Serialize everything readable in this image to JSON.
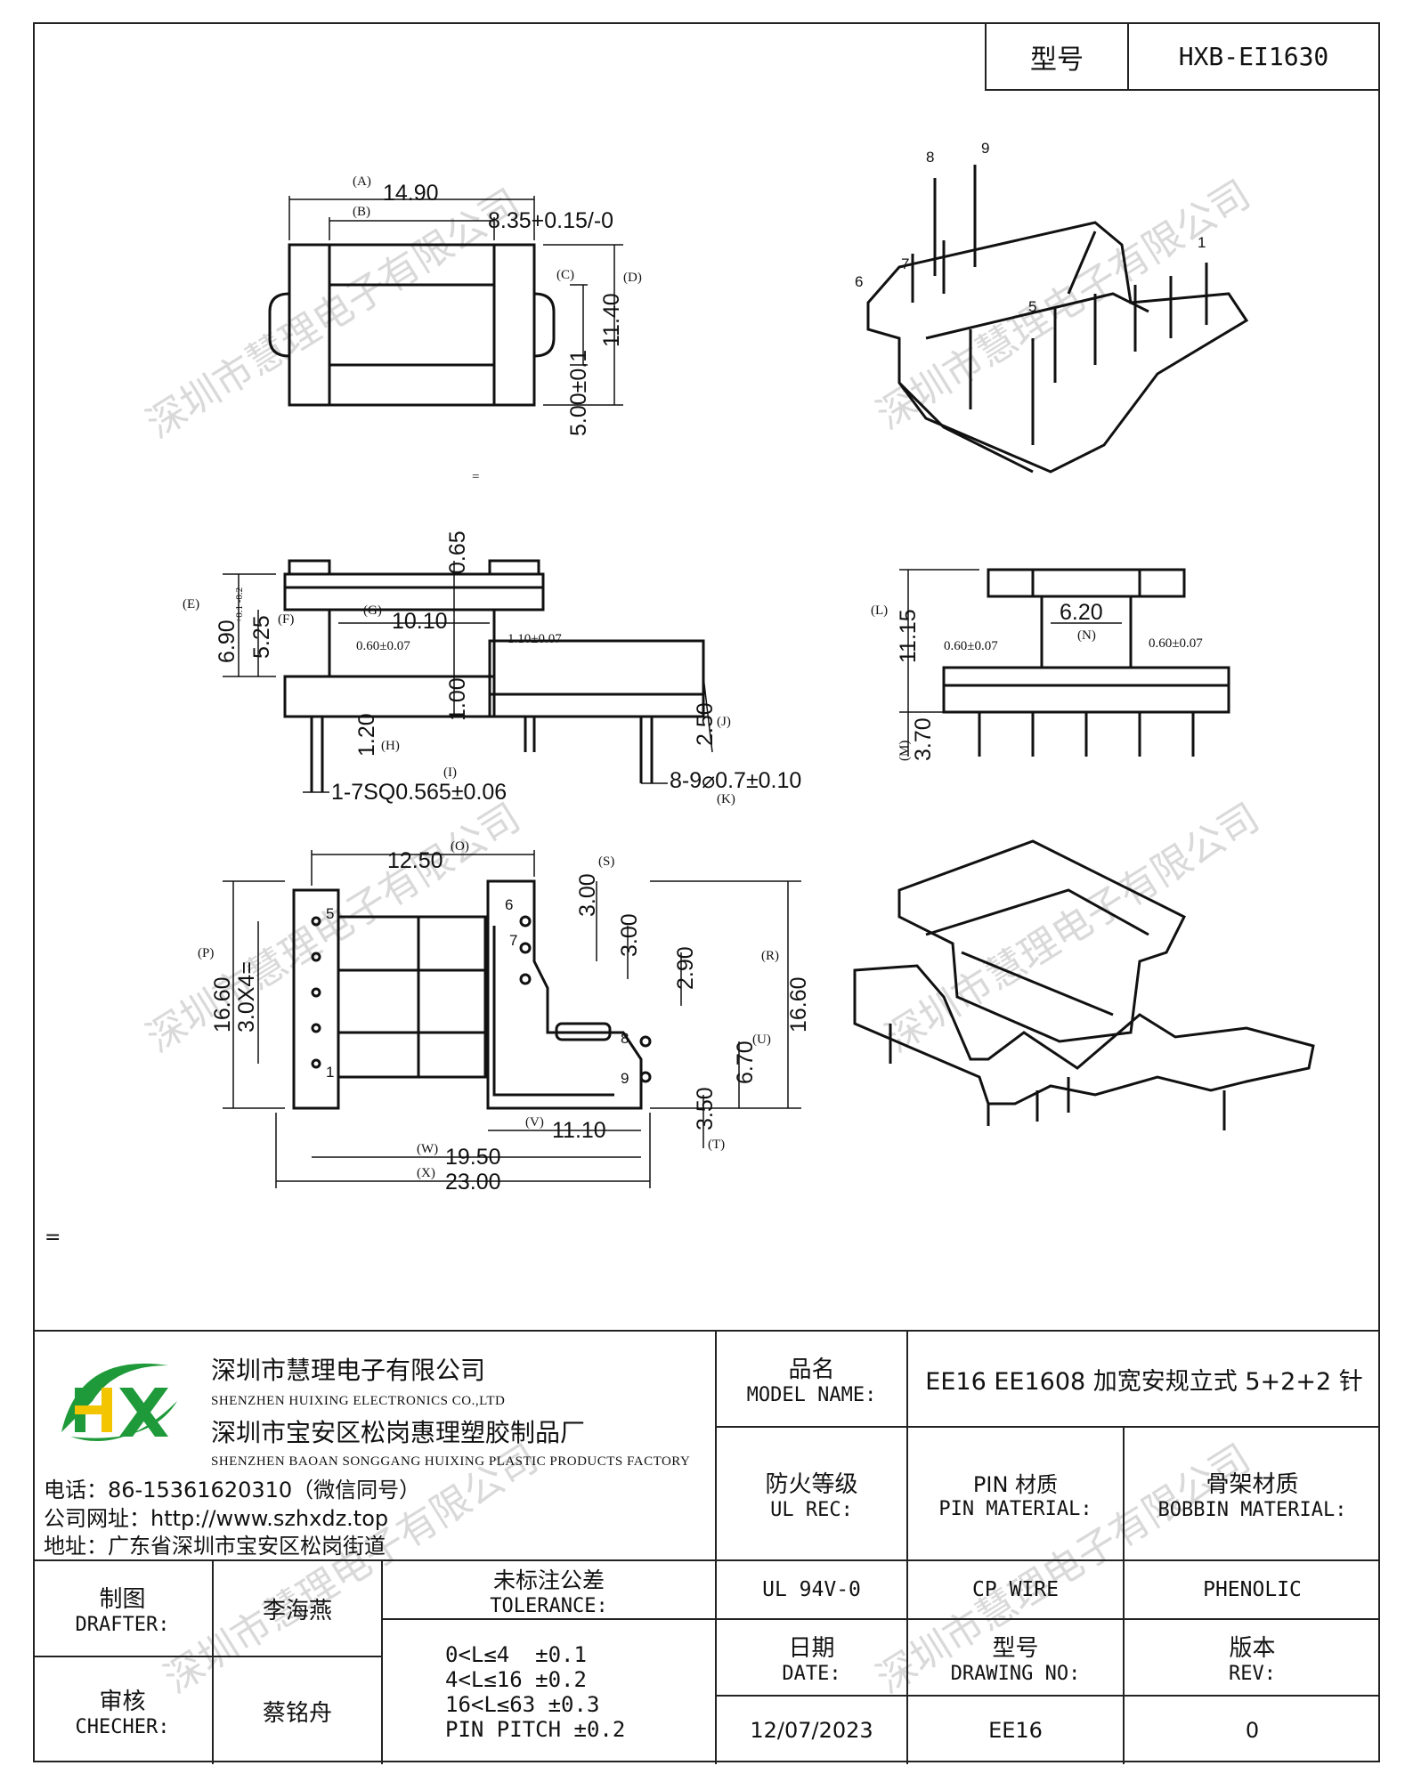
{
  "header": {
    "model_label": "型号",
    "model_value": "HXB-EI1630"
  },
  "watermark": "深圳市慧理电子有限公司",
  "drawing": {
    "top_view": {
      "A": "(A)",
      "A_val": "14.90",
      "B": "(B)",
      "B_val": "8.35+0.15/-0",
      "C": "(C)",
      "D": "(D)",
      "D_val": "11.40",
      "C_val": "5.00±0.1",
      "mark": "="
    },
    "pins_3d": {
      "p8": "8",
      "p9": "9",
      "p6": "6",
      "p7": "7",
      "p1": "1",
      "p5": "5"
    },
    "side_view": {
      "E": "(E)",
      "E_val": "6.90",
      "E_tol": "+0.1 -0.2",
      "F": "(F)",
      "F_val": "5.25",
      "G": "(G)",
      "G_val": "10.10",
      "t065": "0.65",
      "t060": "0.60±0.07",
      "t110": "1.10±0.07",
      "t100": "1.00",
      "H": "(H)",
      "H_val": "1.20",
      "J": "(J)",
      "J_val": "2.50",
      "I": "(I)",
      "I_val": "1-7SQ0.565±0.06",
      "K": "(K)",
      "K_val": "8-9⌀0.7±0.10"
    },
    "front_view": {
      "L": "(L)",
      "L_val": "11.15",
      "N": "(N)",
      "N_val": "6.20",
      "l060": "0.60±0.07",
      "r060": "0.60±0.07",
      "M": "(M)",
      "M_val": "3.70"
    },
    "bottom_view": {
      "O": "(O)",
      "O_val": "12.50",
      "S": "(S)",
      "S_val": "3.00",
      "v300": "3.00",
      "v290": "2.90",
      "P": "(P)",
      "P_val": "16.60",
      "Q_val": "3.0X4=",
      "R": "(R)",
      "R_val": "16.60",
      "U": "(U)",
      "U_val": "6.70",
      "T": "(T)",
      "T_val": "3.50",
      "V": "(V)",
      "V_val": "11.10",
      "W": "(W)",
      "W_val": "19.50",
      "X": "(X)",
      "X_val": "23.00",
      "p5": "5",
      "p1": "1",
      "p6": "6",
      "p7": "7",
      "p8": "8",
      "p9": "9"
    }
  },
  "side_mark": "=",
  "title_block": {
    "company_cn": "深圳市慧理电子有限公司",
    "company_en": "SHENZHEN HUIXING ELECTRONICS CO.,LTD",
    "factory_cn": "深圳市宝安区松岗惠理塑胶制品厂",
    "factory_en": "SHENZHEN BAOAN SONGGANG HUIXING PLASTIC PRODUCTS FACTORY",
    "phone": "电话：86-15361620310（微信同号）",
    "website": "公司网址：http://www.szhxdz.top",
    "address": "地址：广东省深圳市宝安区松岗街道",
    "model_name_cn": "品名",
    "model_name_en": "MODEL NAME:",
    "model_name_value": "EE16 EE1608 加宽安规立式 5+2+2 针",
    "ul_cn": "防火等级",
    "ul_en": "UL REC:",
    "pin_cn": "PIN 材质",
    "pin_en": "PIN MATERIAL:",
    "bobbin_cn": "骨架材质",
    "bobbin_en": "BOBBIN MATERIAL:",
    "ul_value": "UL 94V-0",
    "pin_value": "CP WIRE",
    "bobbin_value": "PHENOLIC",
    "drafter_cn": "制图",
    "drafter_en": "DRAFTER:",
    "drafter_name": "李海燕",
    "checker_cn": "审核",
    "checker_en": "CHECHER:",
    "checker_name": "蔡铭舟",
    "tolerance_cn": "未标注公差",
    "tolerance_en": "TOLERANCE:",
    "tolerances": [
      "0<L≤4  ±0.1",
      "4<L≤16 ±0.2",
      "16<L≤63 ±0.3",
      "PIN PITCH ±0.2"
    ],
    "date_cn": "日期",
    "date_en": "DATE:",
    "date_value": "12/07/2023",
    "drawing_no_cn": "型号",
    "drawing_no_en": "DRAWING NO:",
    "drawing_no_value": "EE16",
    "rev_cn": "版本",
    "rev_en": "REV:",
    "rev_value": "0"
  },
  "logo": {
    "letters": "HX",
    "green": "#1f9a3a",
    "yellow": "#f2c500"
  }
}
